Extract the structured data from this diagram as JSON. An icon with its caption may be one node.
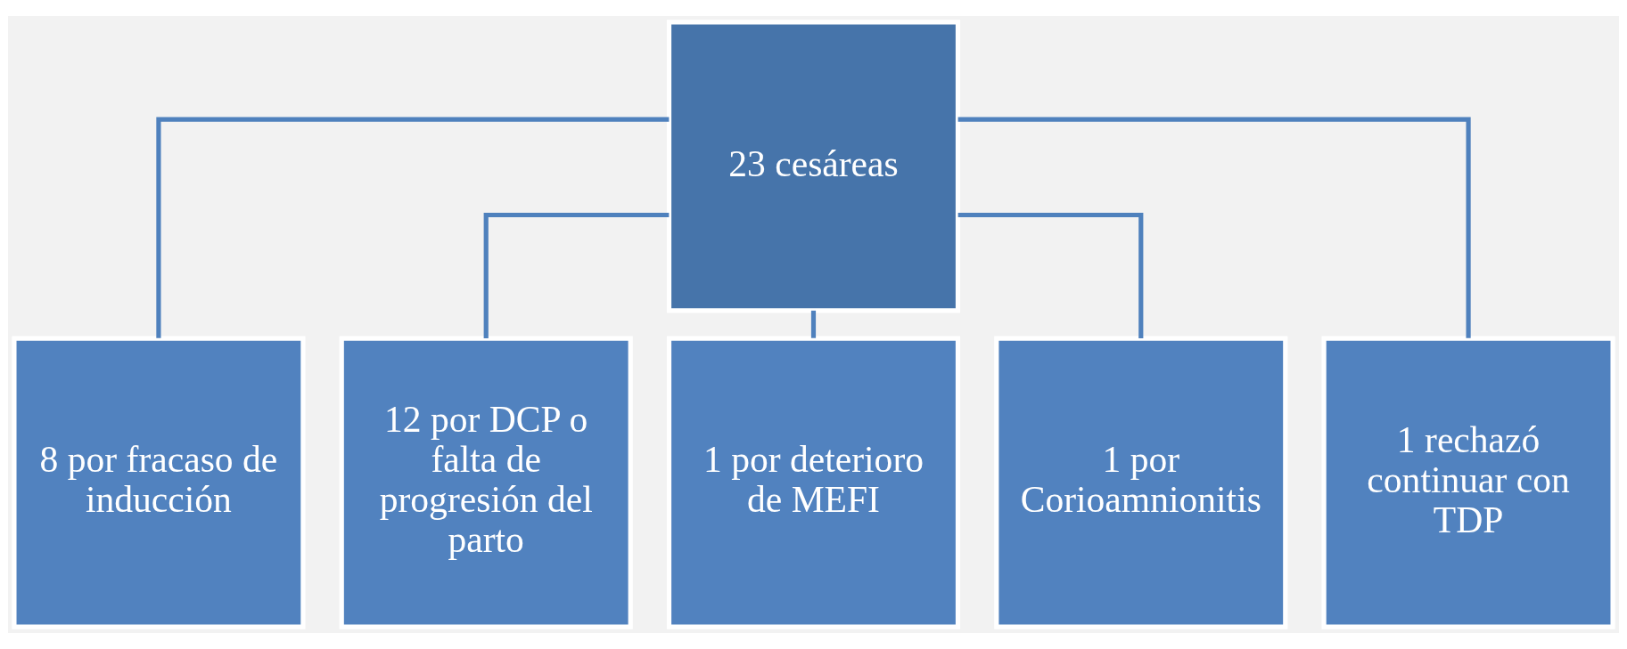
{
  "diagram": {
    "nodes": [
      {
        "text": [
          "23 cesáreas"
        ]
      },
      {
        "text": [
          "8 por fracaso de inducción"
        ]
      },
      {
        "text": [
          "12 por DCP o falta de progresión del parto"
        ]
      },
      {
        "text": [
          "1 por deterioro de MEFI"
        ]
      },
      {
        "text": [
          "1 por Corioamnionitis"
        ]
      },
      {
        "text": [
          "1 rechazó continuar con TDP"
        ]
      }
    ],
    "edges": [
      {
        "from": 0,
        "to": 1,
        "arrow": "none"
      },
      {
        "from": 0,
        "to": 2,
        "arrow": "none"
      },
      {
        "from": 0,
        "to": 3,
        "arrow": "none"
      },
      {
        "from": 0,
        "to": 4,
        "arrow": "none"
      },
      {
        "from": 0,
        "to": 5,
        "arrow": "none"
      }
    ]
  }
}
